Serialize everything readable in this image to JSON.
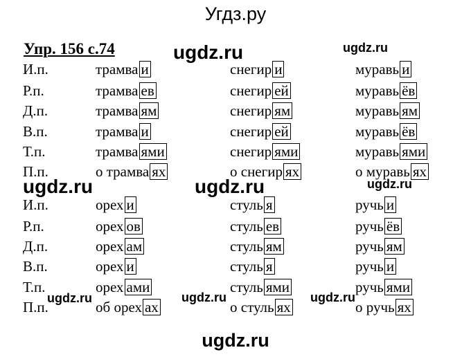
{
  "site_title": "Угдз.ру",
  "heading": "Упр. 156 с.74",
  "watermark": "ugdz.ru",
  "footer": "ugdz.ru",
  "sections": [
    {
      "rows": [
        {
          "case": "И.п.",
          "words": [
            {
              "pre": "",
              "stem": "трамва",
              "end": "и"
            },
            {
              "pre": "",
              "stem": "снегир",
              "end": "и"
            },
            {
              "pre": "",
              "stem": "муравь",
              "end": "и"
            }
          ]
        },
        {
          "case": "Р.п.",
          "words": [
            {
              "pre": "",
              "stem": "трамва",
              "end": "ев"
            },
            {
              "pre": "",
              "stem": "снегир",
              "end": "ей"
            },
            {
              "pre": "",
              "stem": "муравь",
              "end": "ёв"
            }
          ]
        },
        {
          "case": "Д.п.",
          "words": [
            {
              "pre": "",
              "stem": "трамва",
              "end": "ям"
            },
            {
              "pre": "",
              "stem": "снегир",
              "end": "ям"
            },
            {
              "pre": "",
              "stem": "муравь",
              "end": "ям"
            }
          ]
        },
        {
          "case": "В.п.",
          "words": [
            {
              "pre": "",
              "stem": "трамва",
              "end": "и"
            },
            {
              "pre": "",
              "stem": "снегир",
              "end": "ей"
            },
            {
              "pre": "",
              "stem": "муравь",
              "end": "ёв"
            }
          ]
        },
        {
          "case": "Т.п.",
          "words": [
            {
              "pre": "",
              "stem": "трамва",
              "end": "ями"
            },
            {
              "pre": "",
              "stem": "снегир",
              "end": "ями"
            },
            {
              "pre": "",
              "stem": "муравь",
              "end": "ями"
            }
          ]
        },
        {
          "case": "П.п.",
          "words": [
            {
              "pre": "о ",
              "stem": "трамва",
              "end": "ях"
            },
            {
              "pre": "о ",
              "stem": "снегир",
              "end": "ях"
            },
            {
              "pre": "о ",
              "stem": "муравь",
              "end": "ях"
            }
          ]
        }
      ]
    },
    {
      "rows": [
        {
          "case": "И.п.",
          "words": [
            {
              "pre": "",
              "stem": "орех",
              "end": "и"
            },
            {
              "pre": "",
              "stem": "стуль",
              "end": "я"
            },
            {
              "pre": "",
              "stem": "ручь",
              "end": "и"
            }
          ]
        },
        {
          "case": "Р.п.",
          "words": [
            {
              "pre": "",
              "stem": "орех",
              "end": "ов"
            },
            {
              "pre": "",
              "stem": "стуль",
              "end": "ев"
            },
            {
              "pre": "",
              "stem": "ручь",
              "end": "ёв"
            }
          ]
        },
        {
          "case": "Д.п.",
          "words": [
            {
              "pre": "",
              "stem": "орех",
              "end": "ам"
            },
            {
              "pre": "",
              "stem": "стуль",
              "end": "ям"
            },
            {
              "pre": "",
              "stem": "ручь",
              "end": "ям"
            }
          ]
        },
        {
          "case": "В.п.",
          "words": [
            {
              "pre": "",
              "stem": "орех",
              "end": "и"
            },
            {
              "pre": "",
              "stem": "стуль",
              "end": "я"
            },
            {
              "pre": "",
              "stem": "ручь",
              "end": "и"
            }
          ]
        },
        {
          "case": "Т.п.",
          "words": [
            {
              "pre": "",
              "stem": "орех",
              "end": "ами"
            },
            {
              "pre": "",
              "stem": "стуль",
              "end": "ями"
            },
            {
              "pre": "",
              "stem": "ручь",
              "end": "ями"
            }
          ]
        },
        {
          "case": "П.п.",
          "words": [
            {
              "pre": "об ",
              "stem": "орех",
              "end": "ах"
            },
            {
              "pre": "о ",
              "stem": "стуль",
              "end": "ях"
            },
            {
              "pre": "о ",
              "stem": "ручь",
              "end": "ях"
            }
          ]
        }
      ]
    }
  ]
}
